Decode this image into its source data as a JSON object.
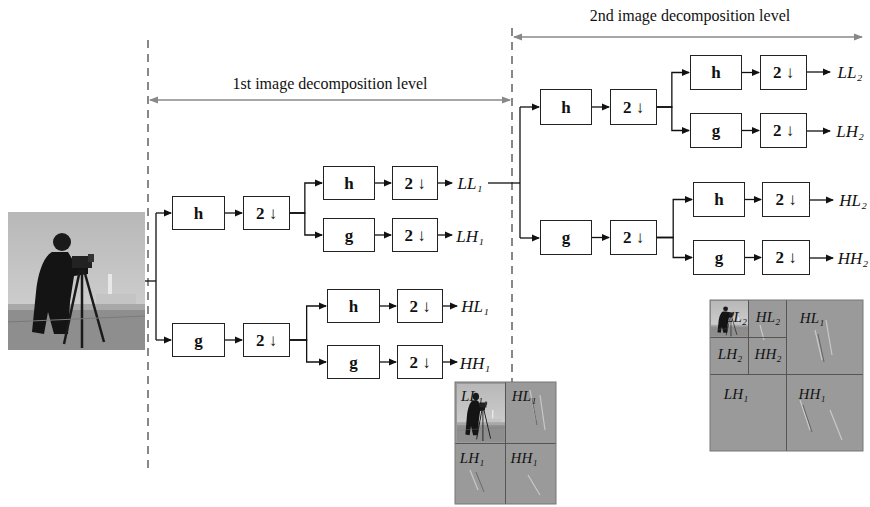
{
  "diagram": {
    "nodes": [
      {
        "text": [
          "h"
        ]
      },
      {
        "text": [
          "2 ↓"
        ]
      },
      {
        "text": [
          "h"
        ]
      },
      {
        "text": [
          "2 ↓"
        ]
      },
      {
        "text": [
          "g"
        ]
      },
      {
        "text": [
          "2 ↓"
        ]
      },
      {
        "text": [
          "g"
        ]
      },
      {
        "text": [
          "2 ↓"
        ]
      },
      {
        "text": [
          "h"
        ]
      },
      {
        "text": [
          "2 ↓"
        ]
      },
      {
        "text": [
          "g"
        ]
      },
      {
        "text": [
          "2 ↓"
        ]
      },
      {
        "text": [
          "h"
        ]
      },
      {
        "text": [
          "2 ↓"
        ]
      },
      {
        "text": [
          "h"
        ]
      },
      {
        "text": [
          "2 ↓"
        ]
      },
      {
        "text": [
          "g"
        ]
      },
      {
        "text": [
          "2 ↓"
        ]
      },
      {
        "text": [
          "g"
        ]
      },
      {
        "text": [
          "2 ↓"
        ]
      },
      {
        "text": [
          "h"
        ]
      },
      {
        "text": [
          "2 ↓"
        ]
      },
      {
        "text": [
          "g"
        ]
      },
      {
        "text": [
          "2 ↓"
        ]
      }
    ],
    "edges": [
      {
        "from": 0,
        "to": 1,
        "arrow": "to"
      },
      {
        "from": 1,
        "to": 2,
        "arrow": "to"
      },
      {
        "from": 2,
        "to": 3,
        "arrow": "to"
      },
      {
        "from": 1,
        "to": 4,
        "arrow": "to"
      },
      {
        "from": 4,
        "to": 5,
        "arrow": "to"
      },
      {
        "from": 6,
        "to": 7,
        "arrow": "to"
      },
      {
        "from": 7,
        "to": 8,
        "arrow": "to"
      },
      {
        "from": 8,
        "to": 9,
        "arrow": "to"
      },
      {
        "from": 7,
        "to": 10,
        "arrow": "to"
      },
      {
        "from": 10,
        "to": 11,
        "arrow": "to"
      },
      {
        "from": 12,
        "to": 13,
        "arrow": "to"
      },
      {
        "from": 13,
        "to": 14,
        "arrow": "to"
      },
      {
        "from": 14,
        "to": 15,
        "arrow": "to"
      },
      {
        "from": 13,
        "to": 16,
        "arrow": "to"
      },
      {
        "from": 16,
        "to": 17,
        "arrow": "to"
      },
      {
        "from": 18,
        "to": 19,
        "arrow": "to"
      },
      {
        "from": 19,
        "to": 20,
        "arrow": "to"
      },
      {
        "from": 20,
        "to": 21,
        "arrow": "to"
      },
      {
        "from": 19,
        "to": 22,
        "arrow": "to"
      },
      {
        "from": 22,
        "to": 23,
        "arrow": "to"
      }
    ],
    "labels": [
      "1st image decomposition level",
      "LL₁",
      "LH₁",
      "HL₁",
      "HH₁",
      "2nd image decomposition level",
      "LL₂",
      "LH₂",
      "HL₂",
      "HH₂",
      "LL₁",
      "HL₁",
      "LH₁",
      "HH₁",
      "LL₂",
      "HL₂",
      "LH₂",
      "HH₂",
      "HL₁",
      "LH₁",
      "HH₁"
    ]
  }
}
